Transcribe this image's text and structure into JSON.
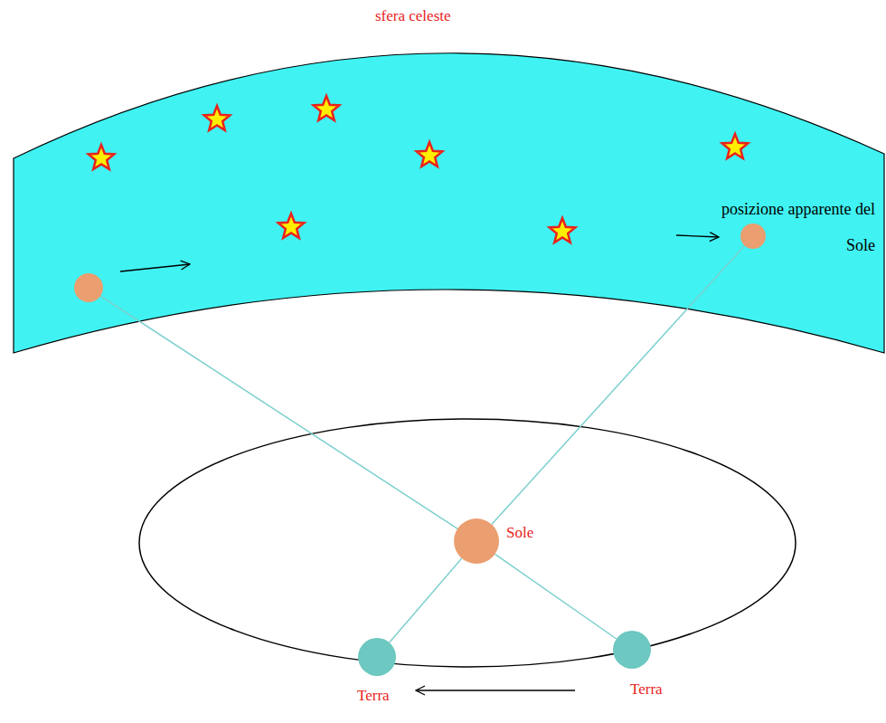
{
  "diagram": {
    "nodes": [
      {
        "text": [
          "sfera celeste"
        ]
      },
      {
        "text": [
          "posizione apparente del Sole"
        ],
        "in": 0
      },
      {
        "text": [
          "Sole"
        ]
      },
      {
        "text": [
          "Terra"
        ]
      },
      {
        "text": [
          "Terra"
        ]
      }
    ],
    "edges": [
      {
        "from": 3,
        "to": 2,
        "arrow": "none"
      },
      {
        "from": 2,
        "to": 1,
        "arrow": "none"
      },
      {
        "from": 4,
        "to": 2,
        "arrow": "none"
      }
    ]
  }
}
